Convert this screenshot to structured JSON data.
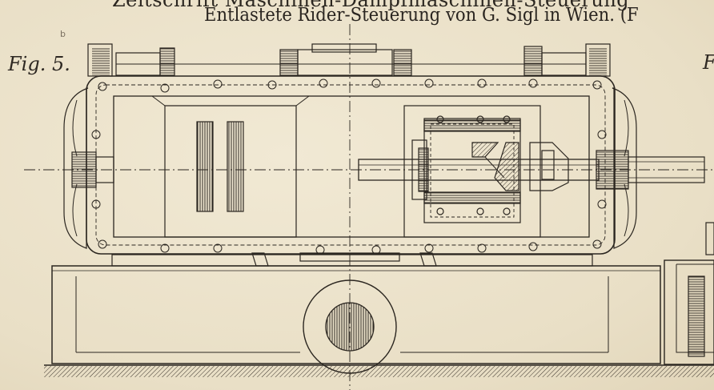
{
  "header": {
    "title_cut": "Zeitschrift Maschinen-Dampfmaschinen-Steuerung",
    "title": "Entlastete Rider-Steuerung von G. Sigl in Wien. (F"
  },
  "figure": {
    "label": "Fig. 5.",
    "label_right": "F",
    "pencil_mark": "b"
  },
  "colors": {
    "paper": "#ece3cc",
    "ink": "#2b2620",
    "hatch": "#3a332b"
  }
}
